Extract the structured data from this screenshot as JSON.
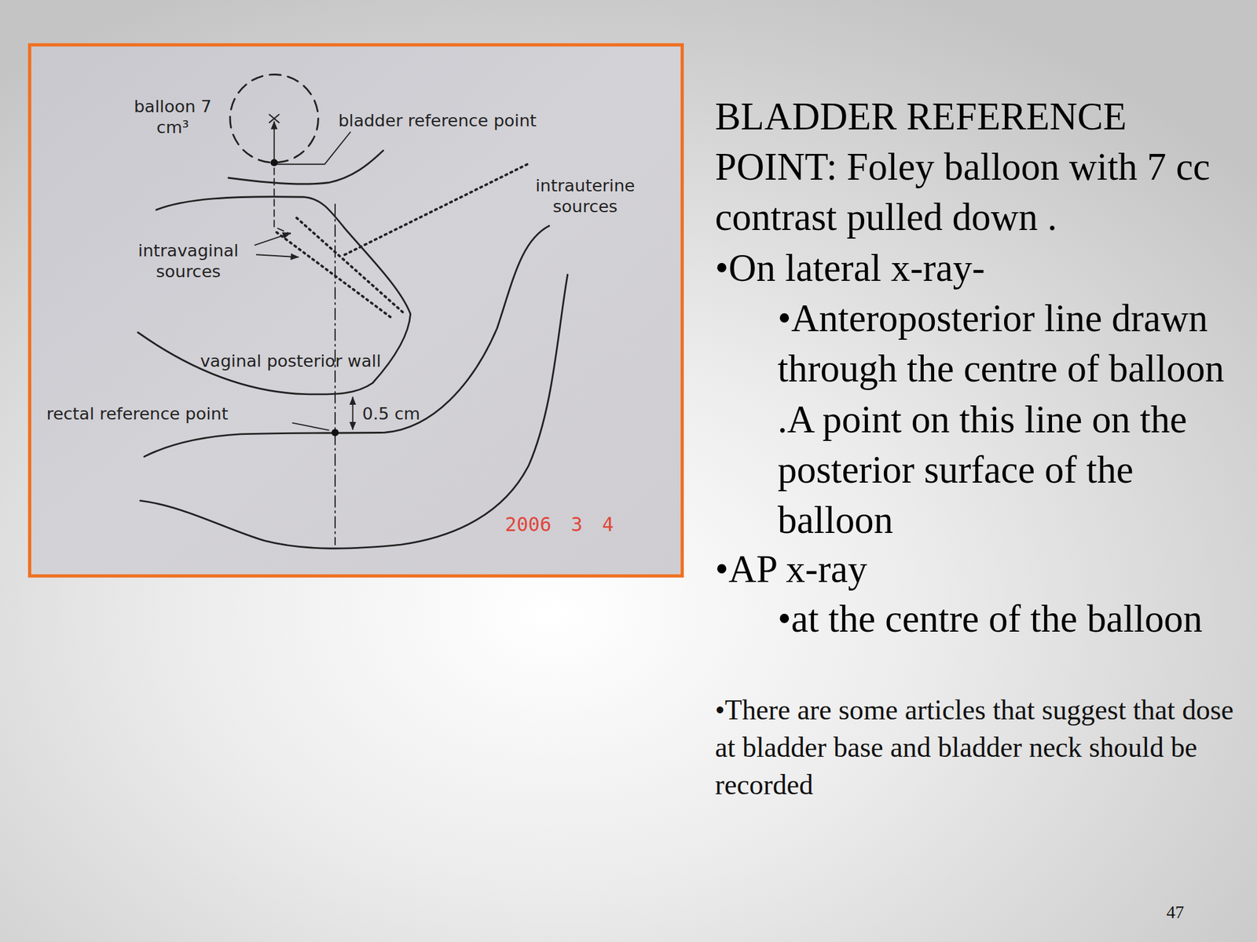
{
  "diagram": {
    "title": "BLADDER REFERENCE POINT: Foley balloon with 7 cc contrast pulled down .",
    "labels": [
      "balloon 7 cm³",
      "bladder reference point",
      "intrauterine sources",
      "intravaginal sources",
      "vaginal posterior wall",
      "rectal reference point",
      "0.5 cm",
      "2006 3 4",
      "•On lateral x-ray-",
      "•Anteroposterior line drawn through the centre of balloon .A point on this line on the posterior surface of the balloon",
      "•AP x-ray",
      "•at the centre of the balloon",
      "•There are some articles that suggest that dose at bladder base and bladder neck should be recorded",
      "47"
    ]
  }
}
